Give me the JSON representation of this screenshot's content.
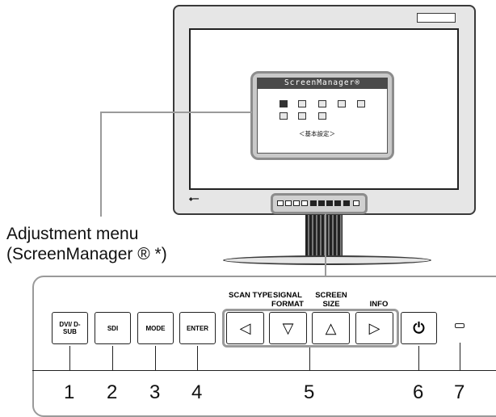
{
  "osd": {
    "title": "ScreenManager®",
    "subtitle": "＜基本設定＞"
  },
  "callout": {
    "line1": "Adjustment menu",
    "line2": "(ScreenManager ® *)"
  },
  "buttons": {
    "dvi": "DVI/ D-SUB",
    "sdi": "SDI",
    "mode": "MODE",
    "enter": "ENTER",
    "arrow1": "◁",
    "arrow2": "▽",
    "arrow3": "△",
    "arrow4": "▷",
    "power": "⏻"
  },
  "button_labels": {
    "scan_type": "SCAN TYPE",
    "signal_format": "SIGNAL FORMAT",
    "screen_size": "SCREEN SIZE",
    "info": "INFO"
  },
  "numbers": [
    "1",
    "2",
    "3",
    "4",
    "5",
    "6",
    "7"
  ],
  "colors": {
    "callout_gray": "#9a9a9a",
    "ink": "#222222"
  }
}
